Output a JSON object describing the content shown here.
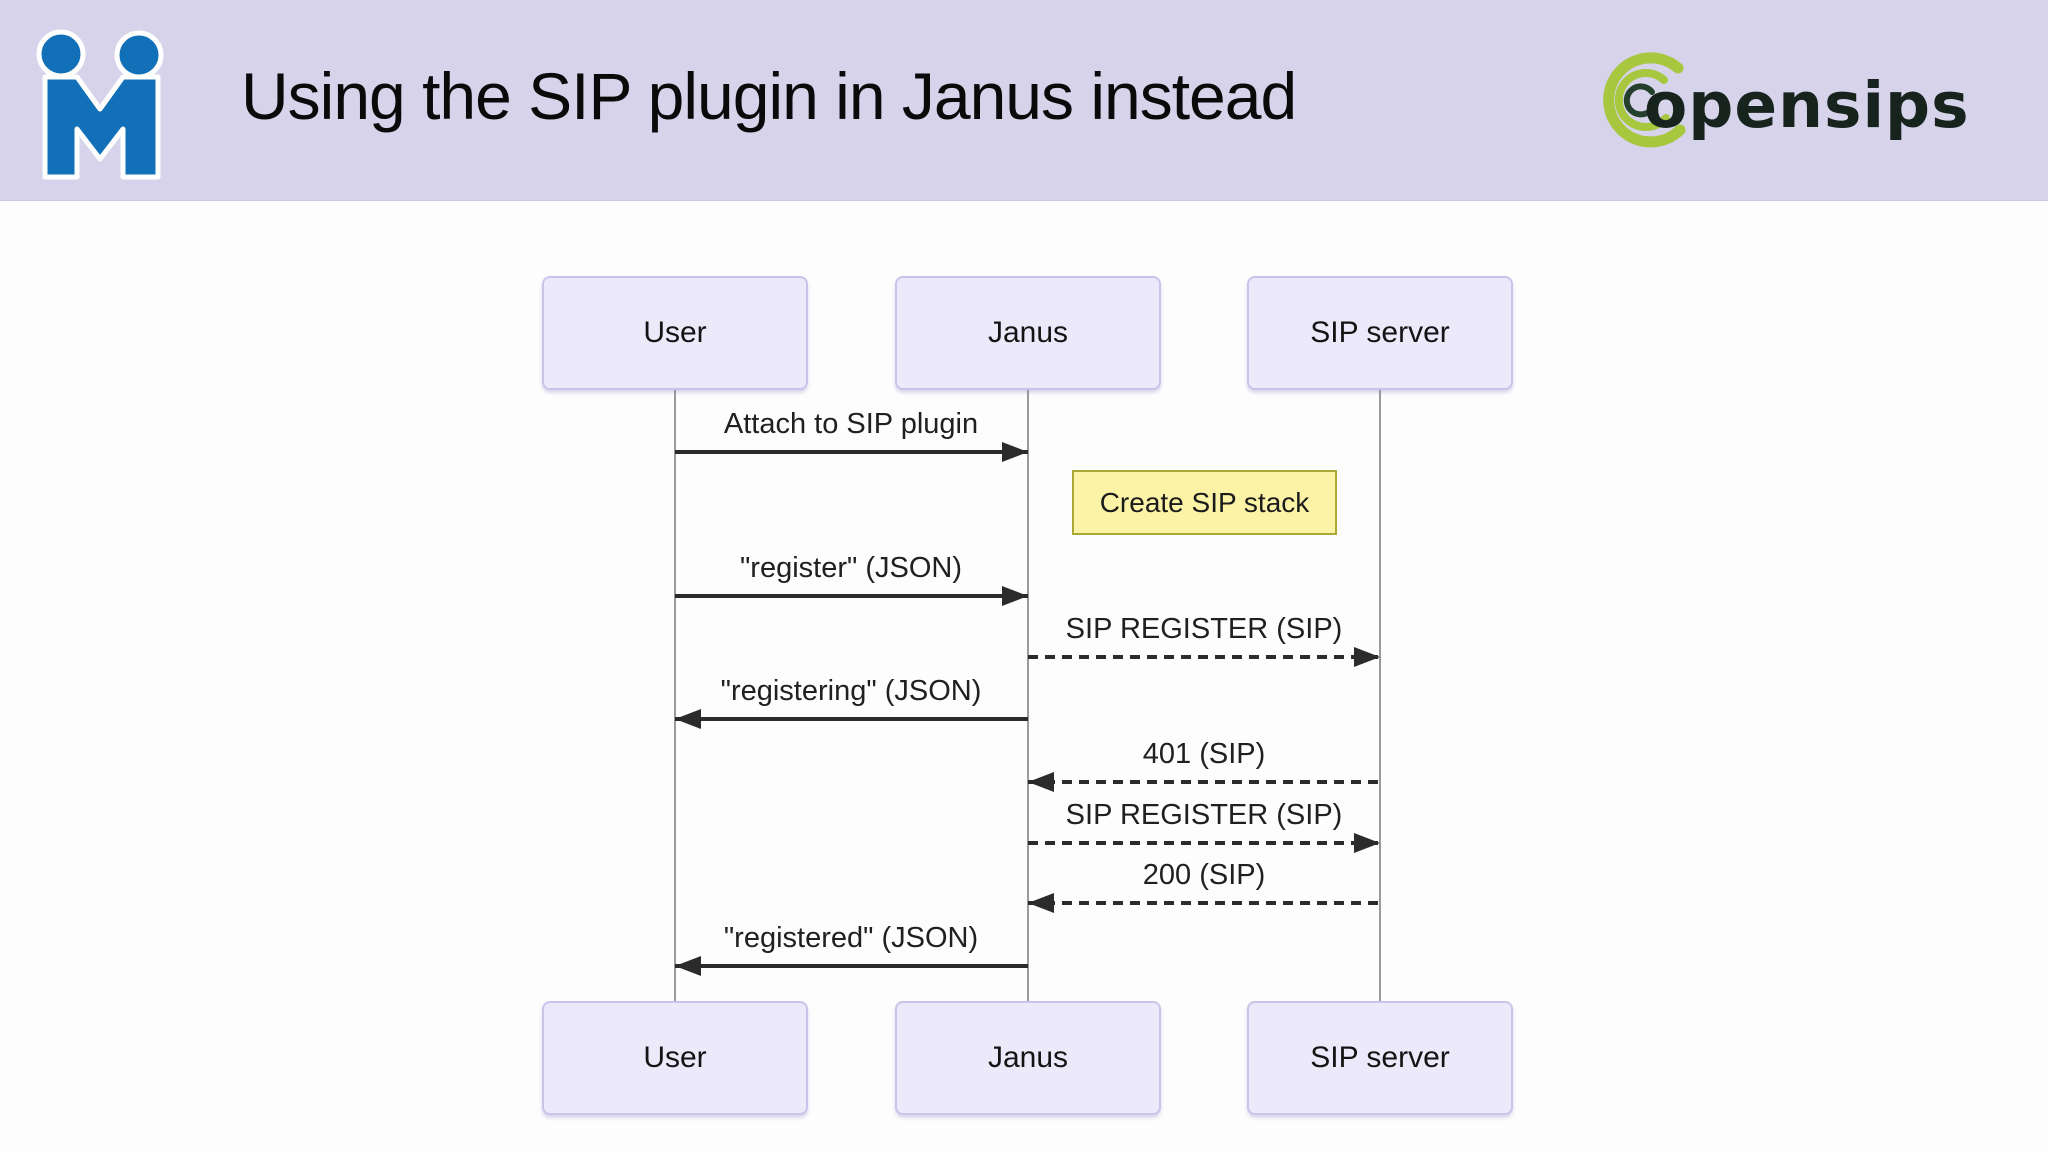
{
  "header": {
    "title": "Using the SIP plugin in Janus instead",
    "logos": {
      "meetecho_alt": "meetecho-people-m-logo",
      "opensips_wordmark": "opensips"
    },
    "colors": {
      "band_background": "#d6d3ea",
      "meetecho_blue": "#1170b8",
      "opensips_green": "#a7c73e",
      "opensips_dark": "#17231d"
    }
  },
  "diagram": {
    "kind": "sequence-diagram",
    "participants": [
      {
        "id": "user",
        "label": "User"
      },
      {
        "id": "janus",
        "label": "Janus"
      },
      {
        "id": "sip-server",
        "label": "SIP server"
      }
    ],
    "note": {
      "text": "Create SIP stack",
      "attached_to": "Janus",
      "side": "right"
    },
    "messages": [
      {
        "from": "User",
        "to": "Janus",
        "label": "Attach to SIP plugin",
        "line": "solid",
        "direction": "right"
      },
      {
        "from": "User",
        "to": "Janus",
        "label": "\"register\" (JSON)",
        "line": "solid",
        "direction": "right"
      },
      {
        "from": "Janus",
        "to": "SIP server",
        "label": "SIP REGISTER (SIP)",
        "line": "dashed",
        "direction": "right"
      },
      {
        "from": "Janus",
        "to": "User",
        "label": "\"registering\" (JSON)",
        "line": "solid",
        "direction": "left"
      },
      {
        "from": "SIP server",
        "to": "Janus",
        "label": "401 (SIP)",
        "line": "dashed",
        "direction": "left"
      },
      {
        "from": "Janus",
        "to": "SIP server",
        "label": "SIP REGISTER (SIP)",
        "line": "dashed",
        "direction": "right"
      },
      {
        "from": "SIP server",
        "to": "Janus",
        "label": "200 (SIP)",
        "line": "dashed",
        "direction": "left"
      },
      {
        "from": "Janus",
        "to": "User",
        "label": "\"registered\" (JSON)",
        "line": "solid",
        "direction": "left"
      }
    ],
    "colors": {
      "actor_fill": "#eceafa",
      "actor_border": "#c9c4ec",
      "note_fill": "#fdf3a7",
      "note_border": "#a9a935",
      "lifeline": "#9b9b9b",
      "arrow": "#2b2b2b"
    }
  }
}
